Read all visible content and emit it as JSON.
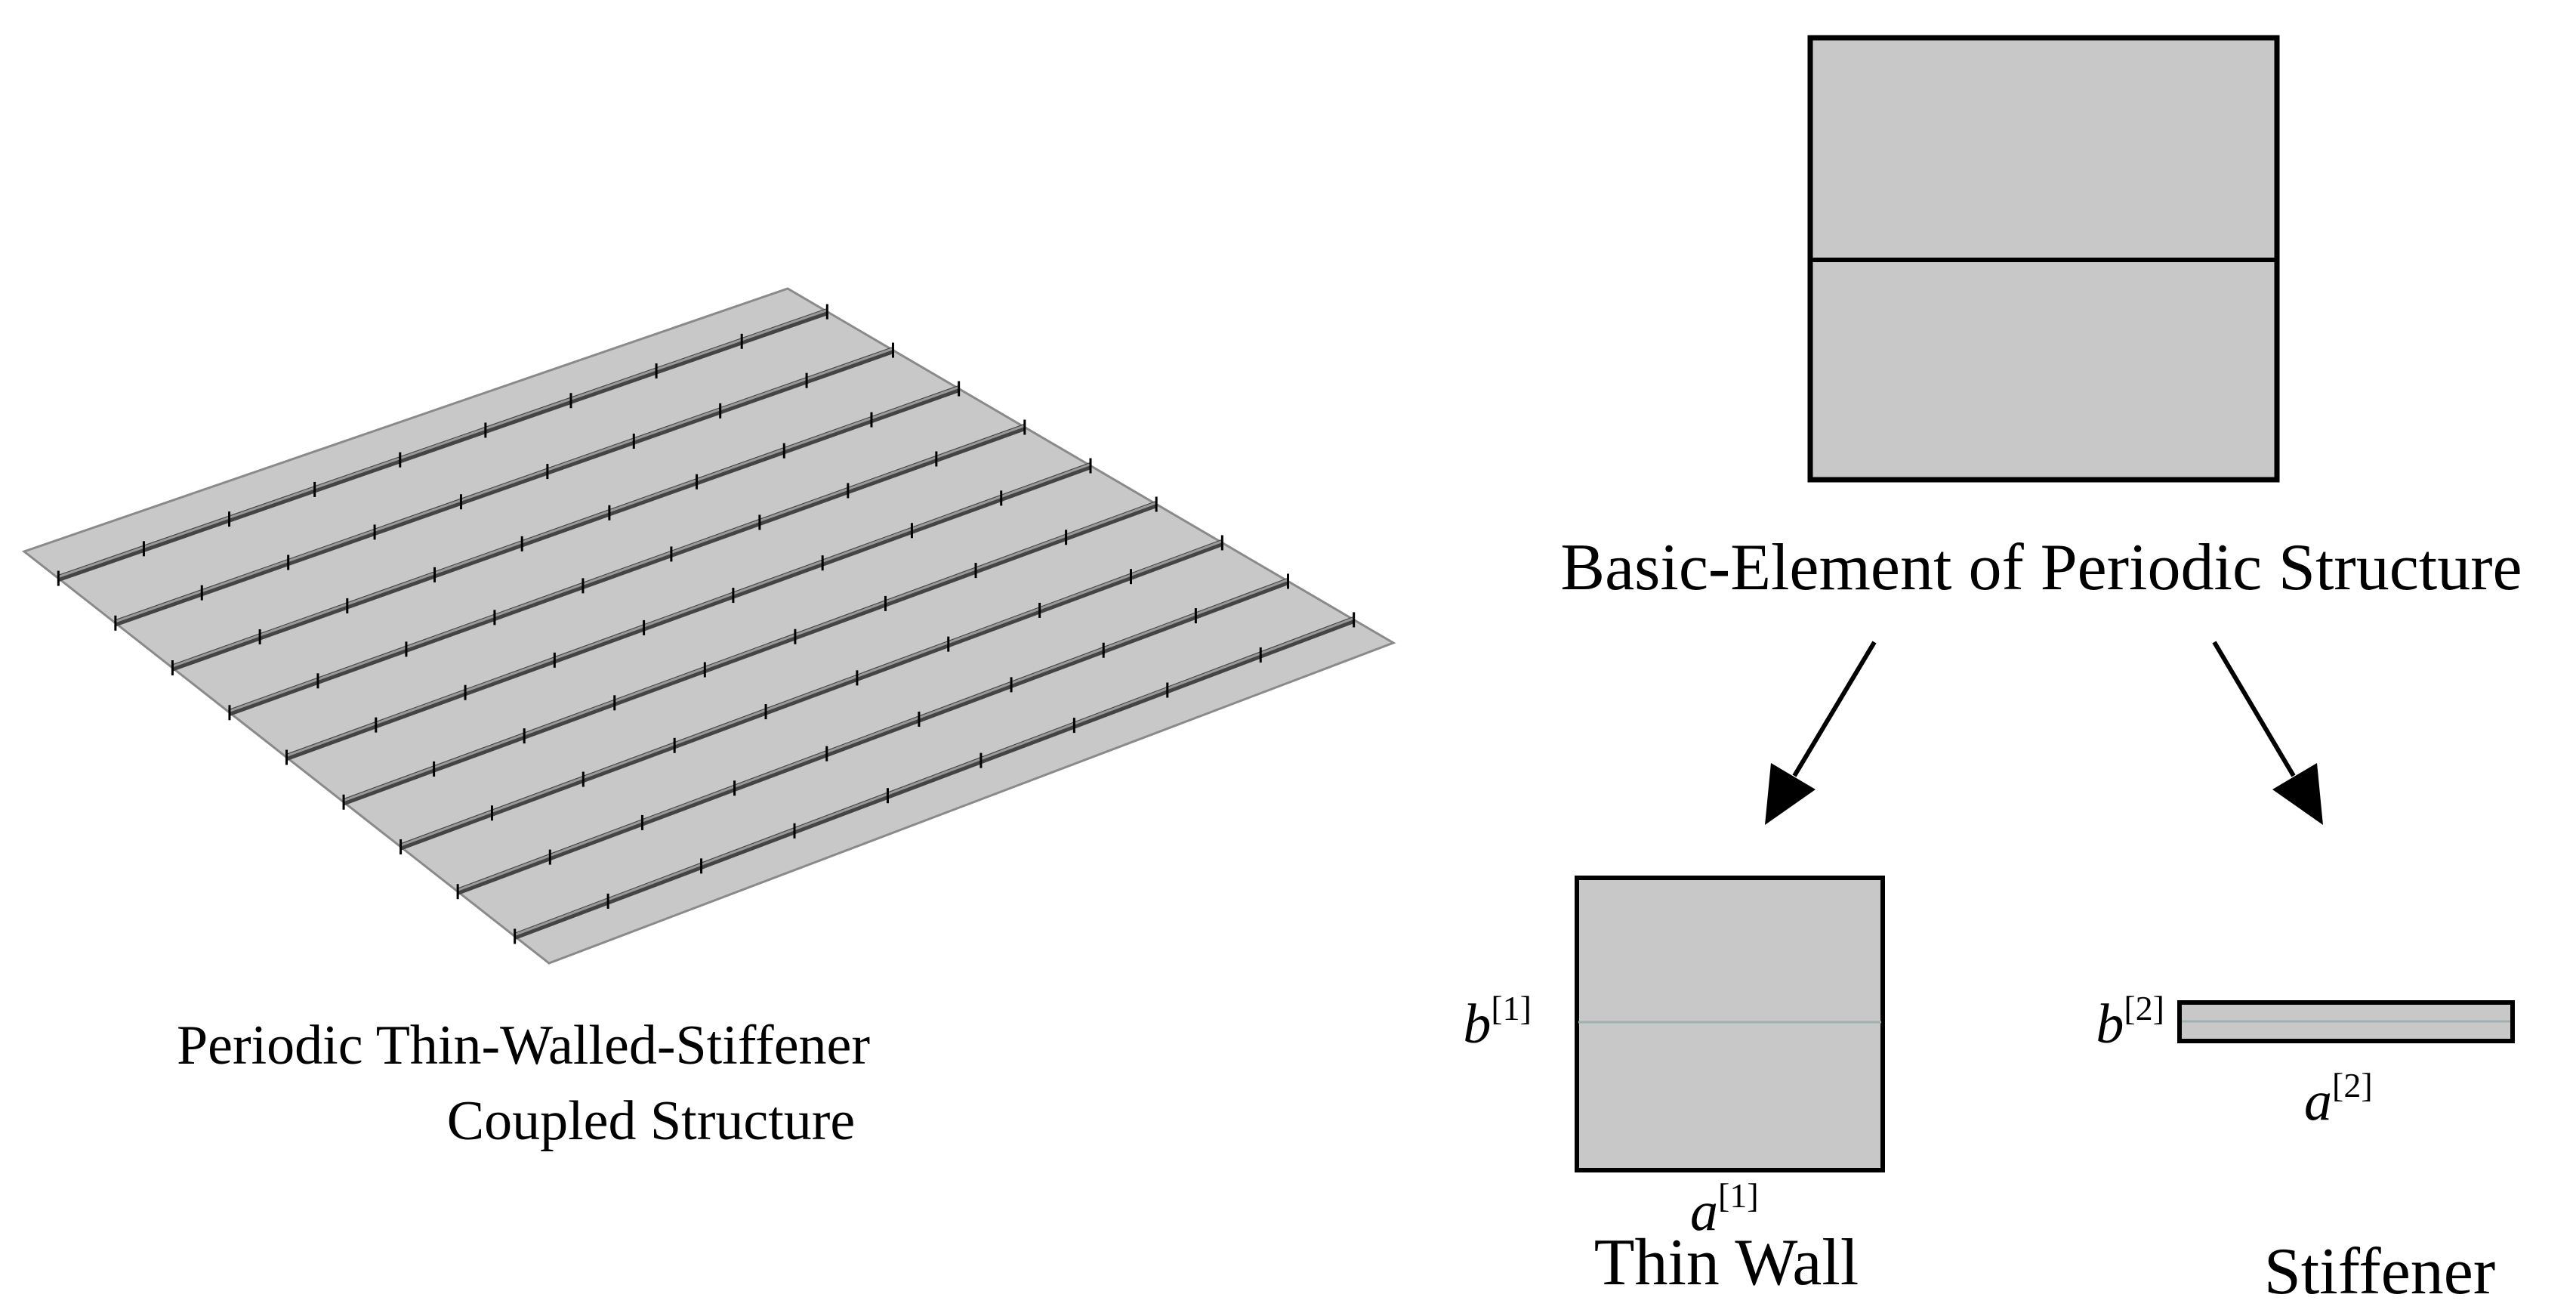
{
  "left_panel": {
    "caption_line1": "Periodic Thin-Walled-Stiffener",
    "caption_line2": "Coupled Structure",
    "stiffener_count": 9,
    "segment_marks_per_stiffener": 9
  },
  "basic_element": {
    "caption": "Basic-Element of Periodic Structure"
  },
  "thin_wall": {
    "caption": "Thin Wall",
    "b_label": {
      "base": "b",
      "sup": "[1]"
    },
    "a_label": {
      "base": "a",
      "sup": "[1]"
    }
  },
  "stiffener": {
    "caption": "Stiffener",
    "b_label": {
      "base": "b",
      "sup": "[2]"
    },
    "a_label": {
      "base": "a",
      "sup": "[2]"
    }
  },
  "colors": {
    "fill": "#c8c8c8",
    "stroke": "#000000",
    "plate_edge": "#8a8a8a",
    "midline": "#9fb0b0"
  }
}
